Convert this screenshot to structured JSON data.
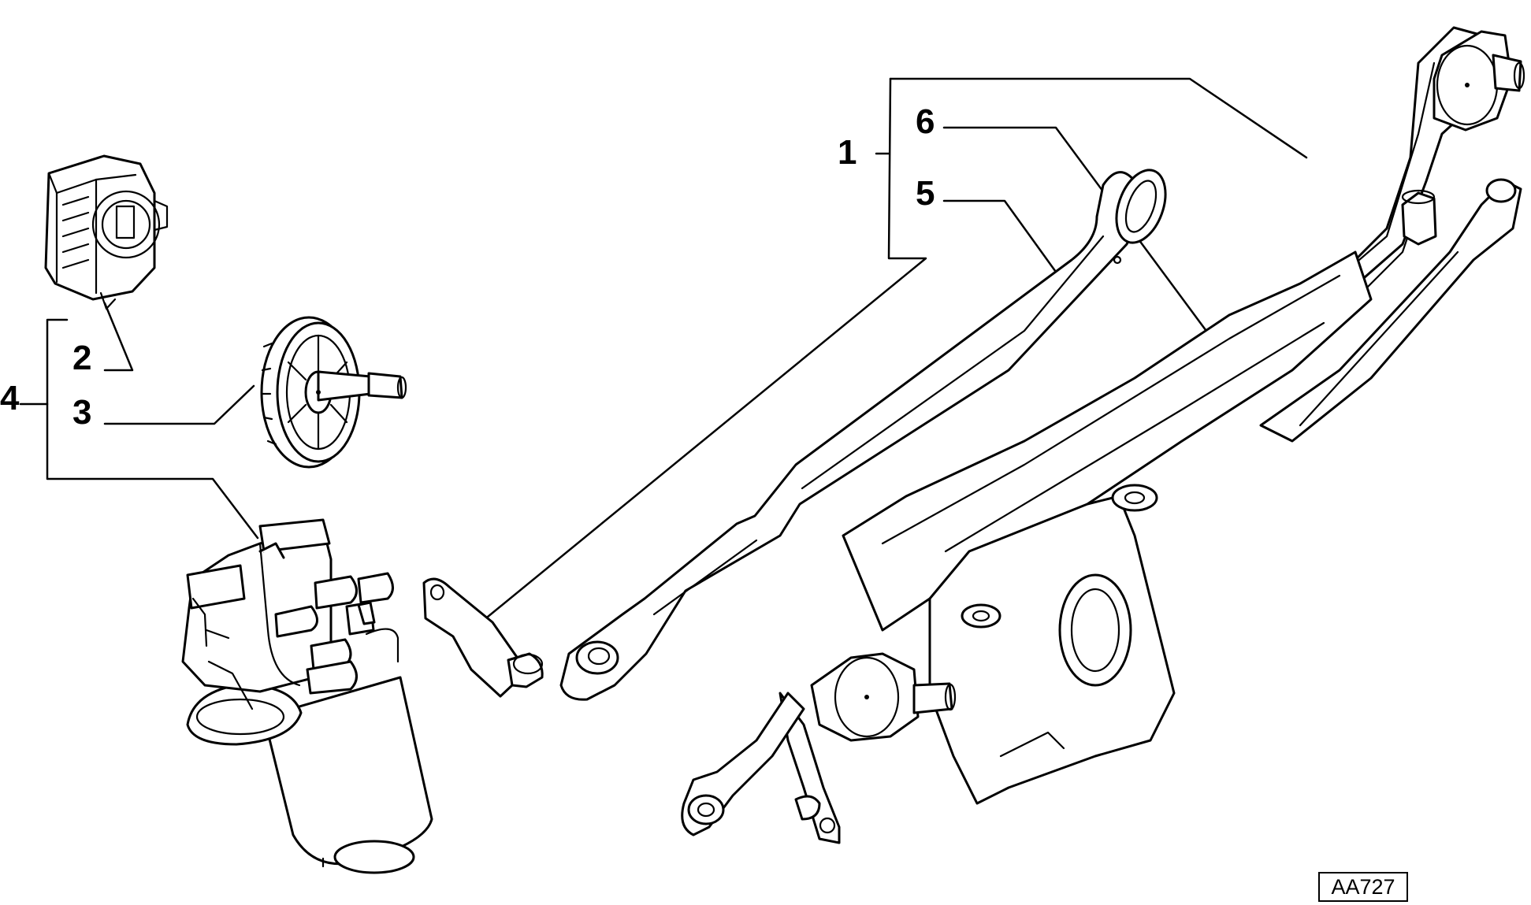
{
  "labels": {
    "l1": "1",
    "l2": "2",
    "l3": "3",
    "l4": "4",
    "l5": "5",
    "l6": "6"
  },
  "drawing_code": "AA727",
  "colors": {
    "line": "#000000",
    "background": "#ffffff"
  }
}
